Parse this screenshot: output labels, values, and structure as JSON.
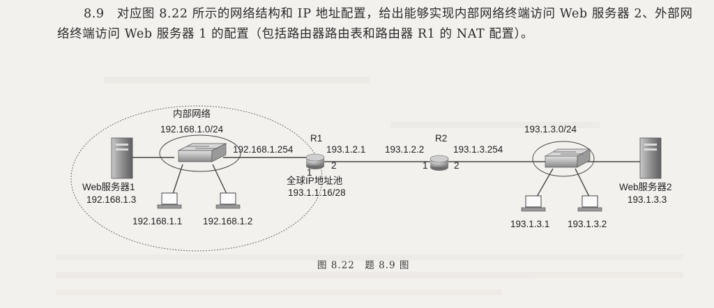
{
  "question": {
    "text": "8.9　对应图 8.22 所示的网络结构和 IP 地址配置，给出能够实现内部网络终端访问 Web 服务器 2、外部网络终端访问 Web 服务器 1 的配置（包括路由器路由表和路由器 R1 的 NAT 配置）。"
  },
  "diagram": {
    "internal_net_name": "内部网络",
    "internal_net_addr": "192.168.1.0/24",
    "web_server1_name": "Web服务器1",
    "web_server1_ip": "192.168.1.3",
    "host1_ip": "192.168.1.1",
    "host2_ip": "192.168.1.2",
    "r1_label": "R1",
    "r1_if1_ip": "192.168.1.254",
    "r1_if2_ip": "193.1.2.1",
    "r1_if1_num": "1",
    "r1_if2_num": "2",
    "r2_label": "R2",
    "r2_if1_ip": "193.1.2.2",
    "r2_if2_ip": "193.1.3.254",
    "r2_if1_num": "1",
    "r2_if2_num": "2",
    "global_pool_name": "全球IP地址池",
    "global_pool_addr": "193.1.1.16/28",
    "external_net_addr": "193.1.3.0/24",
    "web_server2_name": "Web服务器2",
    "web_server2_ip": "193.1.3.3",
    "host3_ip": "193.1.3.1",
    "host4_ip": "193.1.3.2"
  },
  "caption": "图 8.22　题 8.9 图"
}
